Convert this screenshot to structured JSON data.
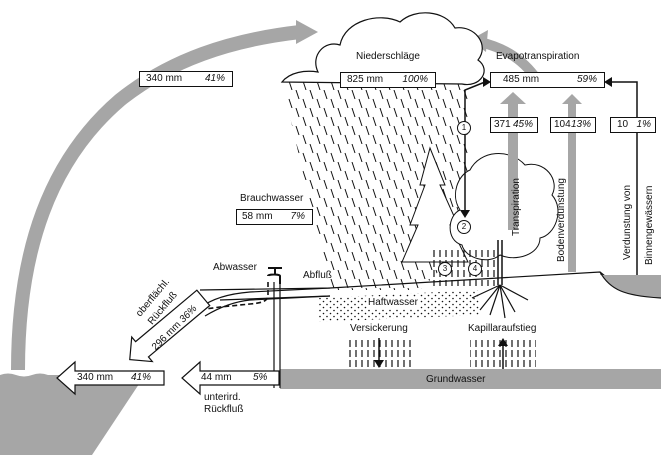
{
  "title": "Wasserkreislauf",
  "colors": {
    "flow_gray": "#a6a6a6",
    "line": "#111111",
    "background": "#ffffff"
  },
  "atmosphere_return": {
    "mm": "340 mm",
    "pct": "41%"
  },
  "precipitation": {
    "label": "Niederschläge",
    "mm": "825 mm",
    "pct": "100%"
  },
  "evapotranspiration": {
    "label": "Evapotranspiration",
    "mm": "485 mm",
    "pct": "59%"
  },
  "components": [
    {
      "mm": "371",
      "pct": "45%",
      "label": "Transpiration"
    },
    {
      "mm": "104",
      "pct": "13%",
      "label": "Bodenverdunstung"
    },
    {
      "mm": "10",
      "pct": "1%",
      "label_line1": "Verdunstung von",
      "label_line2": "Binnengewässern"
    }
  ],
  "numbered_markers": [
    "1",
    "2",
    "3",
    "4"
  ],
  "service_water": {
    "label": "Brauchwasser",
    "mm": "58 mm",
    "pct": "7%"
  },
  "waste_water": {
    "label": "Abwasser"
  },
  "runoff": {
    "label": "Abfluß"
  },
  "surface_return": {
    "label_line1": "oberflächl.",
    "label_line2": "Rückfluß",
    "mm": "296 mm",
    "pct": "36%"
  },
  "total_return": {
    "mm": "340 mm",
    "pct": "41%"
  },
  "underground_return": {
    "mm": "44 mm",
    "pct": "5%",
    "label_line1": "unterird.",
    "label_line2": "Rückfluß"
  },
  "soil": {
    "adhesive_water": "Haftwasser",
    "infiltration": "Versickerung",
    "capillary_rise": "Kapillaraufstieg",
    "groundwater": "Grundwasser"
  }
}
